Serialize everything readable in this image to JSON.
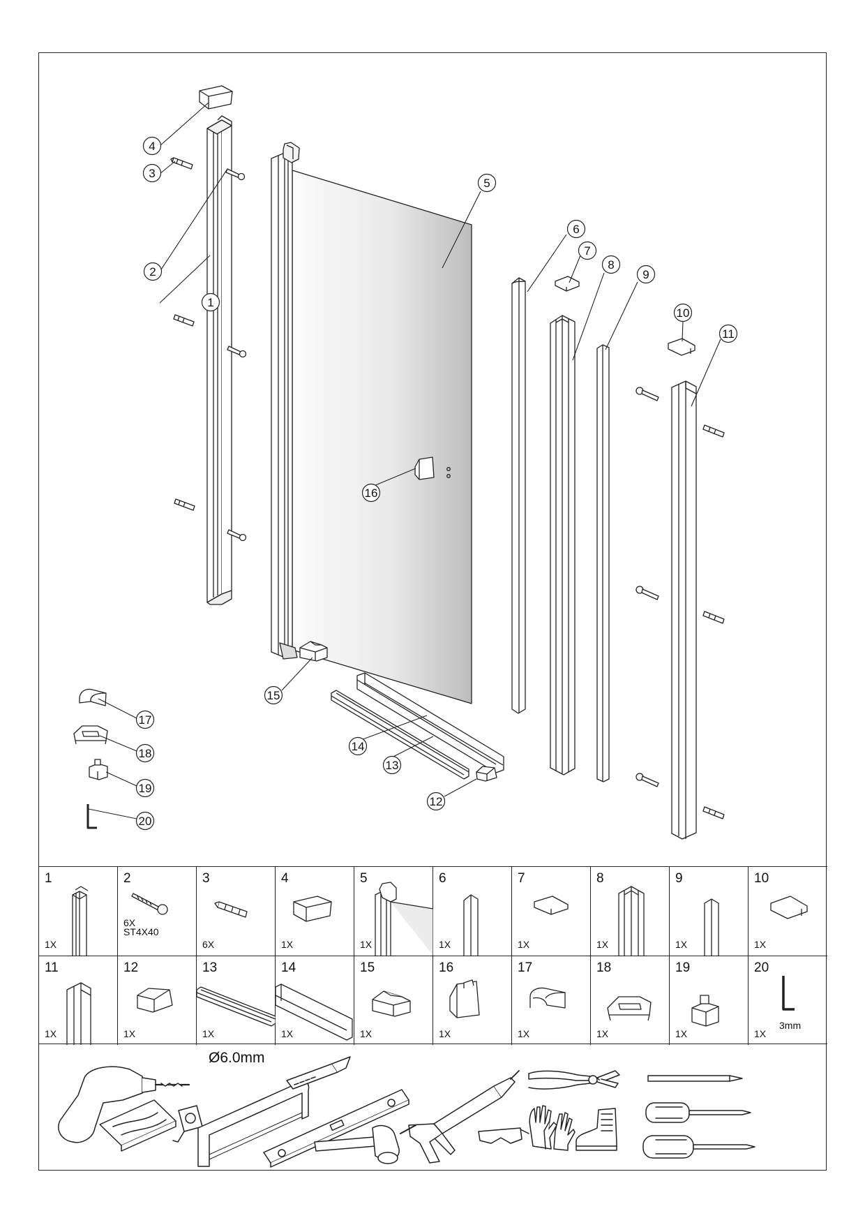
{
  "callouts": [
    "1",
    "2",
    "3",
    "4",
    "5",
    "6",
    "7",
    "8",
    "9",
    "10",
    "11",
    "12",
    "13",
    "14",
    "15",
    "16",
    "17",
    "18",
    "19",
    "20"
  ],
  "parts": [
    {
      "num": "1",
      "qty": "1X",
      "icon": "wall-profile-icon"
    },
    {
      "num": "2",
      "qty": "6X",
      "note": "ST4X40",
      "icon": "screw-icon"
    },
    {
      "num": "3",
      "qty": "6X",
      "icon": "wall-plug-icon"
    },
    {
      "num": "4",
      "qty": "1X",
      "icon": "top-cap-icon"
    },
    {
      "num": "5",
      "qty": "1X",
      "icon": "door-panel-icon"
    },
    {
      "num": "6",
      "qty": "1X",
      "icon": "seal-profile-icon"
    },
    {
      "num": "7",
      "qty": "1X",
      "icon": "small-cap-icon"
    },
    {
      "num": "8",
      "qty": "1X",
      "icon": "magnetic-profile-icon"
    },
    {
      "num": "9",
      "qty": "1X",
      "icon": "flat-strip-icon"
    },
    {
      "num": "10",
      "qty": "1X",
      "icon": "end-cap-icon"
    },
    {
      "num": "11",
      "qty": "1X",
      "icon": "wall-profile-right-icon"
    },
    {
      "num": "12",
      "qty": "1X",
      "icon": "foot-cap-icon"
    },
    {
      "num": "13",
      "qty": "1X",
      "icon": "bottom-rail-icon"
    },
    {
      "num": "14",
      "qty": "1X",
      "icon": "bottom-seal-icon"
    },
    {
      "num": "15",
      "qty": "1X",
      "icon": "bottom-clip-icon"
    },
    {
      "num": "16",
      "qty": "1X",
      "icon": "handle-knob-icon"
    },
    {
      "num": "17",
      "qty": "1X",
      "icon": "cover-cap-icon"
    },
    {
      "num": "18",
      "qty": "1X",
      "icon": "u-clip-icon"
    },
    {
      "num": "19",
      "qty": "1X",
      "icon": "connector-block-icon"
    },
    {
      "num": "20",
      "qty": "1X",
      "note": "3mm",
      "icon": "allen-key-icon"
    }
  ],
  "tools": {
    "drill_bit_size": "Ø6.0mm",
    "items": [
      "drill-icon",
      "wood-block-icon",
      "tape-measure-icon",
      "hacksaw-icon",
      "utility-knife-icon",
      "spirit-level-icon",
      "rubber-mallet-icon",
      "caulking-gun-icon",
      "safety-glasses-icon",
      "gloves-icon",
      "safety-boot-icon",
      "pliers-icon",
      "pencil-icon",
      "flat-screwdriver-icon",
      "phillips-screwdriver-icon"
    ]
  },
  "colors": {
    "line": "#222222",
    "glass_light": "#f6f6f6",
    "glass_dark": "#b8b8b8"
  }
}
